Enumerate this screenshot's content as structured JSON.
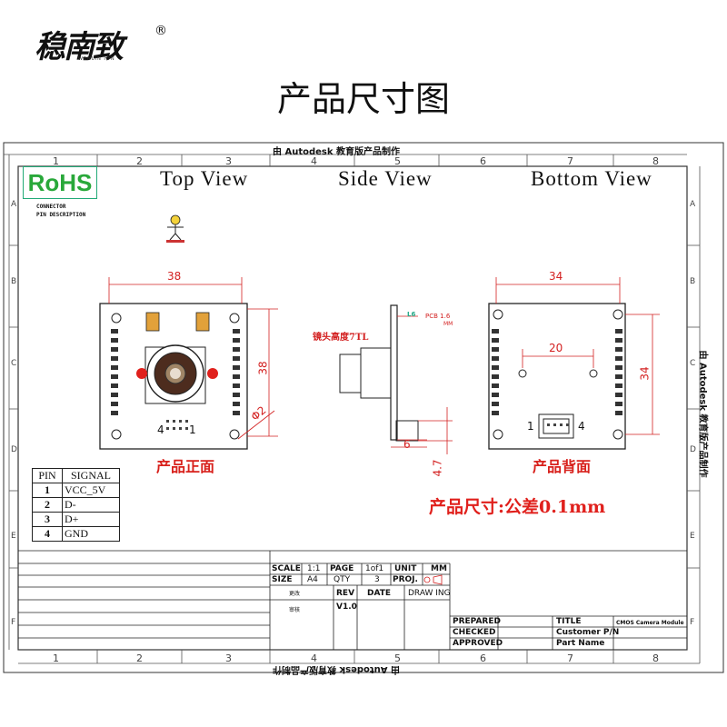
{
  "logo": {
    "brand": "稳南致",
    "sub": "WENLIN ION",
    "registered": "®"
  },
  "page_title": "产品尺寸图",
  "watermark": "由 Autodesk 教育版产品制作",
  "grid": {
    "columns": [
      "1",
      "2",
      "3",
      "4",
      "5",
      "6",
      "7",
      "8"
    ],
    "rows": [
      "A",
      "B",
      "C",
      "D",
      "E",
      "F"
    ]
  },
  "rohs": "RoHS",
  "connector_note": [
    "CONNECTOR",
    "PIN DESCRIPTION"
  ],
  "views": {
    "top": "Top View",
    "side": "Side View",
    "bottom": "Bottom View"
  },
  "top_view": {
    "width_dim": "38",
    "height_dim": "38",
    "hole_dim": "Φ2",
    "pin_left": "4",
    "pin_right": "1",
    "caption": "产品正面"
  },
  "side_view": {
    "lens_label": "镜头高度7TL",
    "l_label": "L6",
    "pcb_label": [
      "PCB 1.6",
      "MM"
    ],
    "dim_6": "6",
    "dim_47": "4.7"
  },
  "bottom_view": {
    "width_dim": "34",
    "hole_span_dim": "20",
    "height_dim": "34",
    "pin_left": "1",
    "pin_right": "4",
    "caption": "产品背面"
  },
  "size_note": "产品尺寸:公差0.1mm",
  "pin_table": {
    "headers": [
      "PIN",
      "SIGNAL"
    ],
    "rows": [
      {
        "pin": "1",
        "signal": "VCC_5V"
      },
      {
        "pin": "2",
        "signal": "D-"
      },
      {
        "pin": "3",
        "signal": "D+"
      },
      {
        "pin": "4",
        "signal": "GND"
      }
    ]
  },
  "title_block": {
    "scale_label": "SCALE",
    "scale_value": "1:1",
    "page_label": "PAGE",
    "page_value": "1of1",
    "unit_label": "UNIT",
    "unit_value": "MM",
    "size_label": "SIZE",
    "size_value": "A4",
    "qty_label": "QTY",
    "qty_value": "3",
    "proj_label": "PROJ.",
    "change_label": "更改",
    "sign_label": "审核",
    "rev_label": "REV",
    "rev_value": "V1.0",
    "date_label": "DATE",
    "drawing_label": "DRAW ING",
    "prepared": "PREPARED",
    "checked": "CHECKED",
    "approved": "APPROVED",
    "title_label": "TITLE",
    "title_value": "CMOS Camera Module",
    "customer_pn": "Customer P/N",
    "part_name": "Part Name"
  }
}
